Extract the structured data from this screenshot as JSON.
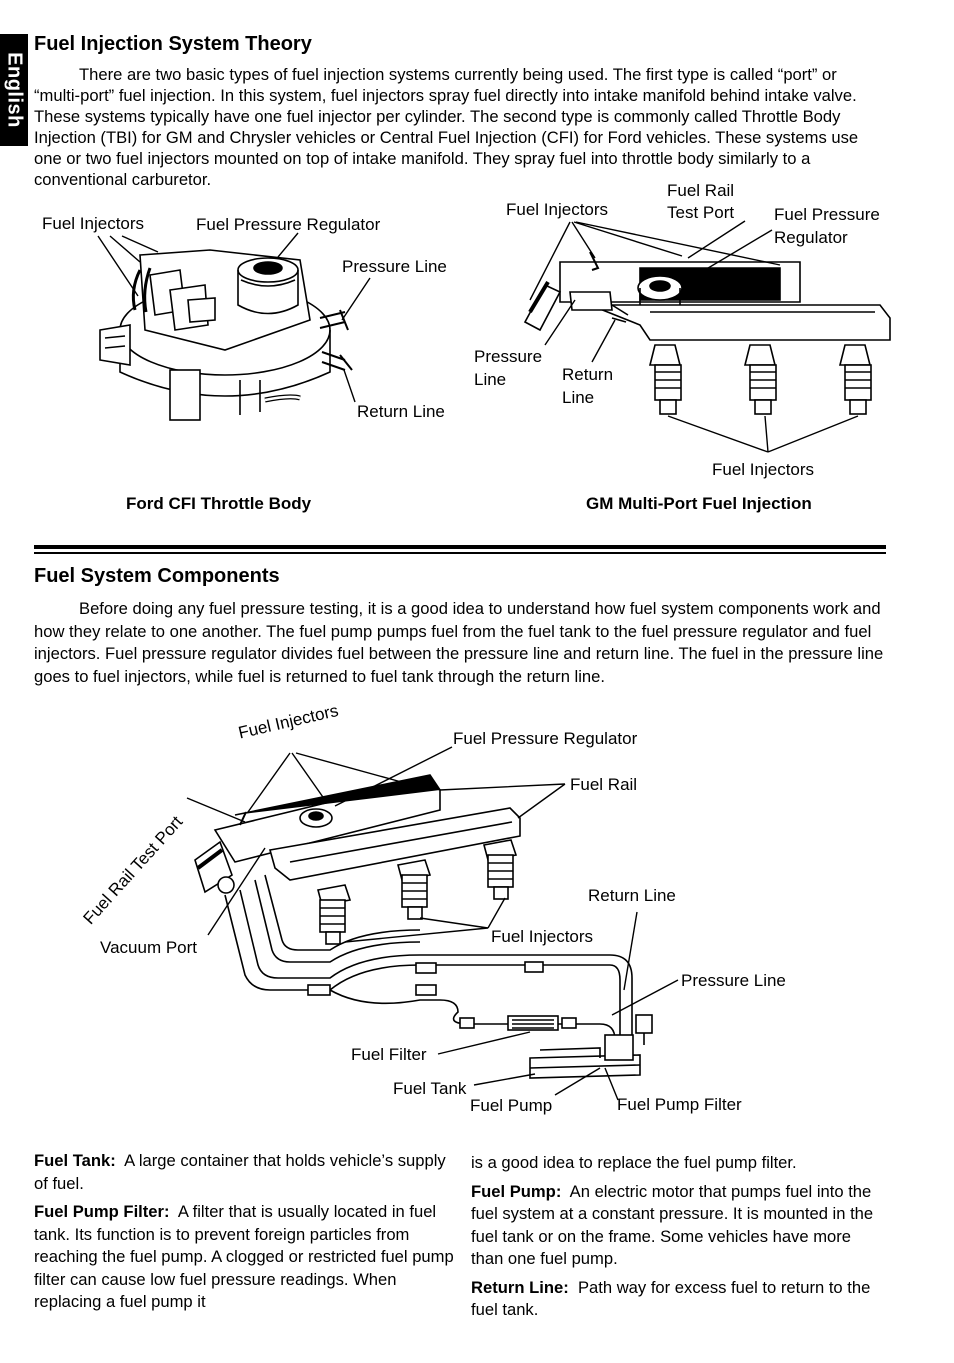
{
  "side_tab": "English",
  "section1": {
    "title": "Fuel Injection System Theory",
    "para": "There are two basic types of fuel injection systems currently being used. The first type is called “port” or “multi-port” fuel injection. In this system, fuel injectors spray fuel directly into intake manifold behind intake valve. These systems typically have one fuel injector per cylinder. The second type is commonly called Throttle Body Injection (TBI) for GM and Chrysler vehicles or Central Fuel Injection (CFI) for Ford vehicles. These systems use one or two fuel injectors mounted on top of intake manifold. They spray fuel into throttle body similarly to a conventional carburetor."
  },
  "ford_diagram": {
    "caption": "Ford CFI Throttle Body",
    "labels": {
      "fuel_injectors": "Fuel Injectors",
      "regulator": "Fuel Pressure Regulator",
      "pressure_line": "Pressure Line",
      "return_line": "Return Line"
    }
  },
  "gm_diagram": {
    "caption": "GM Multi-Port Fuel Injection",
    "labels": {
      "fuel_injectors_top": "Fuel Injectors",
      "test_port_1": "Fuel Rail",
      "test_port_2": "Test Port",
      "regulator_1": "Fuel Pressure",
      "regulator_2": "Regulator",
      "pressure_1": "Pressure",
      "pressure_2": "Line",
      "return_1": "Return",
      "return_2": "Line",
      "fuel_injectors_bottom": "Fuel Injectors"
    }
  },
  "section2": {
    "title": "Fuel System Components",
    "para": "Before doing any fuel pressure testing, it is a good idea to understand how fuel system components work and how they relate to one another. The fuel pump pumps fuel from the fuel tank to the fuel pressure regulator and fuel injectors. Fuel pressure regulator divides fuel between the pressure line and return line. The fuel in the pressure line goes to fuel injectors, while fuel is returned to fuel tank through the return line."
  },
  "system_diagram": {
    "labels": {
      "fuel_injectors_top": "Fuel Injectors",
      "regulator": "Fuel Pressure Regulator",
      "fuel_rail": "Fuel Rail",
      "test_port": "Fuel Rail Test Port",
      "return_line": "Return Line",
      "fuel_injectors_bottom": "Fuel Injectors",
      "vacuum_port": "Vacuum Port",
      "pressure_line": "Pressure Line",
      "fuel_filter": "Fuel Filter",
      "fuel_tank": "Fuel Tank",
      "fuel_pump": "Fuel Pump",
      "fuel_pump_filter": "Fuel Pump Filter"
    }
  },
  "definitions": {
    "fuel_tank_term": "Fuel Tank:",
    "fuel_tank_text": "A large container that holds vehicle’s supply of fuel.",
    "pump_filter_term": "Fuel Pump Filter:",
    "pump_filter_text": "A filter that is usually located in fuel tank. Its function is to prevent foreign particles from reaching the fuel pump. A clogged or restricted fuel pump filter can cause low fuel pressure readings. When replacing a fuel pump it",
    "pump_filter_cont": "is a good idea to replace the fuel pump filter.",
    "fuel_pump_term": "Fuel Pump:",
    "fuel_pump_text": "An electric motor that pumps fuel into the fuel system at a constant pressure. It is mounted in the fuel tank or on the frame. Some vehicles have more than one fuel pump.",
    "return_line_term": "Return Line:",
    "return_line_text": "Path way for excess fuel to return to the fuel tank."
  }
}
